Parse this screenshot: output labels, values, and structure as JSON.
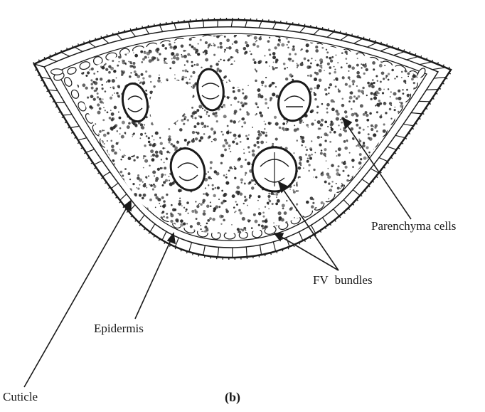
{
  "figure": {
    "panel_label": "(b)",
    "labels": {
      "parenchyma": "Parenchyma cells",
      "fv_bundles": "FV bundles",
      "epidermis": "Epidermis",
      "cuticle": "Cuticle"
    }
  },
  "colors": {
    "ink": "#1a1a1a",
    "tissue": "#2a2a2a",
    "background": "#ffffff"
  }
}
